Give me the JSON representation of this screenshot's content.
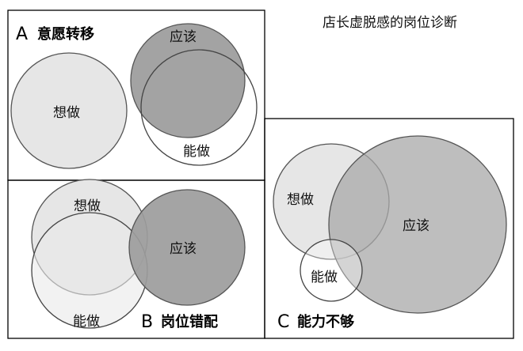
{
  "title": "店长虚脱感的岗位诊断",
  "panels": [
    {
      "letter": "A",
      "name": "意愿转移",
      "want": "想做",
      "should": "应该",
      "can": "能做"
    },
    {
      "letter": "B",
      "name": "岗位错配",
      "want": "想做",
      "should": "应该",
      "can": "能做"
    },
    {
      "letter": "C",
      "name": "能力不够",
      "want": "想做",
      "should": "应该",
      "can": "能做"
    }
  ],
  "colors": {
    "want": "#e6e6e6",
    "should": "#9c9c9c",
    "should_c": "#bdbdbd",
    "stroke": "#444444"
  }
}
